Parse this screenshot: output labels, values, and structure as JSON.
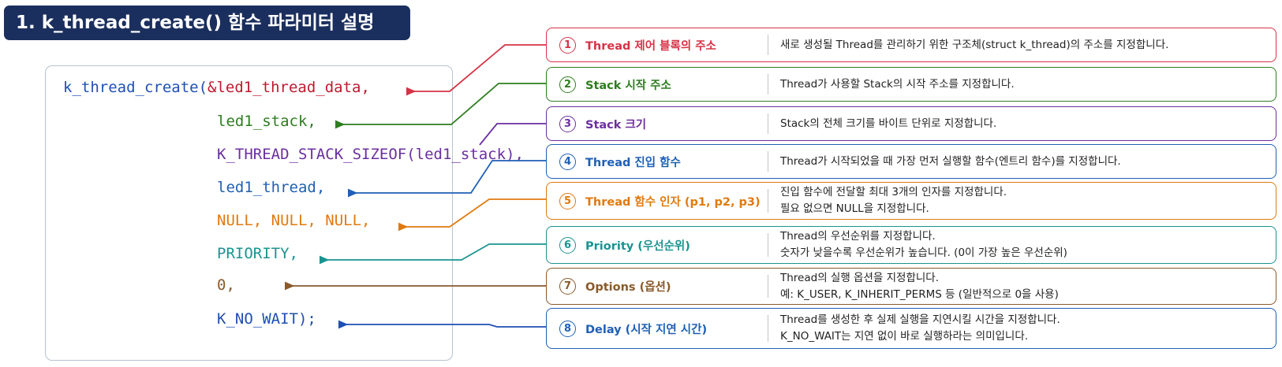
{
  "title": "1. k_thread_create() 함수 파라미터 설명",
  "code": [
    {
      "text": "k_thread_create(",
      "color": "#1f4fb5"
    },
    {
      "text": "&led1_thread_data,",
      "color": "#c0182f"
    },
    {
      "text": "led1_stack,",
      "color": "#2e7d1f"
    },
    {
      "text": "K_THREAD_STACK_SIZEOF(led1_stack),",
      "color": "#6b2fa0"
    },
    {
      "text": "led1_thread,",
      "color": "#1f5fb5"
    },
    {
      "text": "NULL, NULL, NULL,",
      "color": "#e07a10"
    },
    {
      "text": "PRIORITY,",
      "color": "#1a9490"
    },
    {
      "text": "0,",
      "color": "#8a5a2b"
    },
    {
      "text": "K_NO_WAIT);",
      "color": "#1f4fb5"
    }
  ],
  "params": [
    {
      "num": "1",
      "label": "Thread 제어 블록의 주소",
      "color": "#d63246",
      "desc": [
        "새로 생성될 Thread를 관리하기 위한 구조체(struct k_thread)의 주소를 지정합니다."
      ]
    },
    {
      "num": "2",
      "label": "Stack 시작 주소",
      "color": "#2e7d1f",
      "desc": [
        "Thread가 사용할 Stack의 시작 주소를 지정합니다."
      ]
    },
    {
      "num": "3",
      "label": "Stack 크기",
      "color": "#6b2fa0",
      "desc": [
        "Stack의 전체 크기를 바이트 단위로 지정합니다."
      ]
    },
    {
      "num": "4",
      "label": "Thread 진입 함수",
      "color": "#1f5fb5",
      "desc": [
        "Thread가 시작되었을 때 가장 먼저 실행할 함수(엔트리 함수)를 지정합니다."
      ]
    },
    {
      "num": "5",
      "label": "Thread 함수 인자 (p1, p2, p3)",
      "color": "#e07a10",
      "desc": [
        "진입 함수에 전달할 최대 3개의 인자를 지정합니다.",
        "필요 없으면 NULL을 지정합니다."
      ]
    },
    {
      "num": "6",
      "label": "Priority (우선순위)",
      "color": "#1a9490",
      "desc": [
        "Thread의 우선순위를 지정합니다.",
        "숫자가 낮을수록 우선순위가 높습니다. (0이 가장 높은 우선순위)"
      ]
    },
    {
      "num": "7",
      "label": "Options (옵션)",
      "color": "#8a5a2b",
      "desc": [
        "Thread의 실행 옵션을 지정합니다.",
        "예: K_USER, K_INHERIT_PERMS 등 (일반적으로 0을 사용)"
      ]
    },
    {
      "num": "8",
      "label": "Delay (시작 지연 시간)",
      "color": "#1f5fb5",
      "desc": [
        "Thread를 생성한 후 실제 실행을 지연시킬 시간을 지정합니다.",
        "K_NO_WAIT는 지연 없이 바로 실행하라는 의미입니다."
      ]
    }
  ]
}
